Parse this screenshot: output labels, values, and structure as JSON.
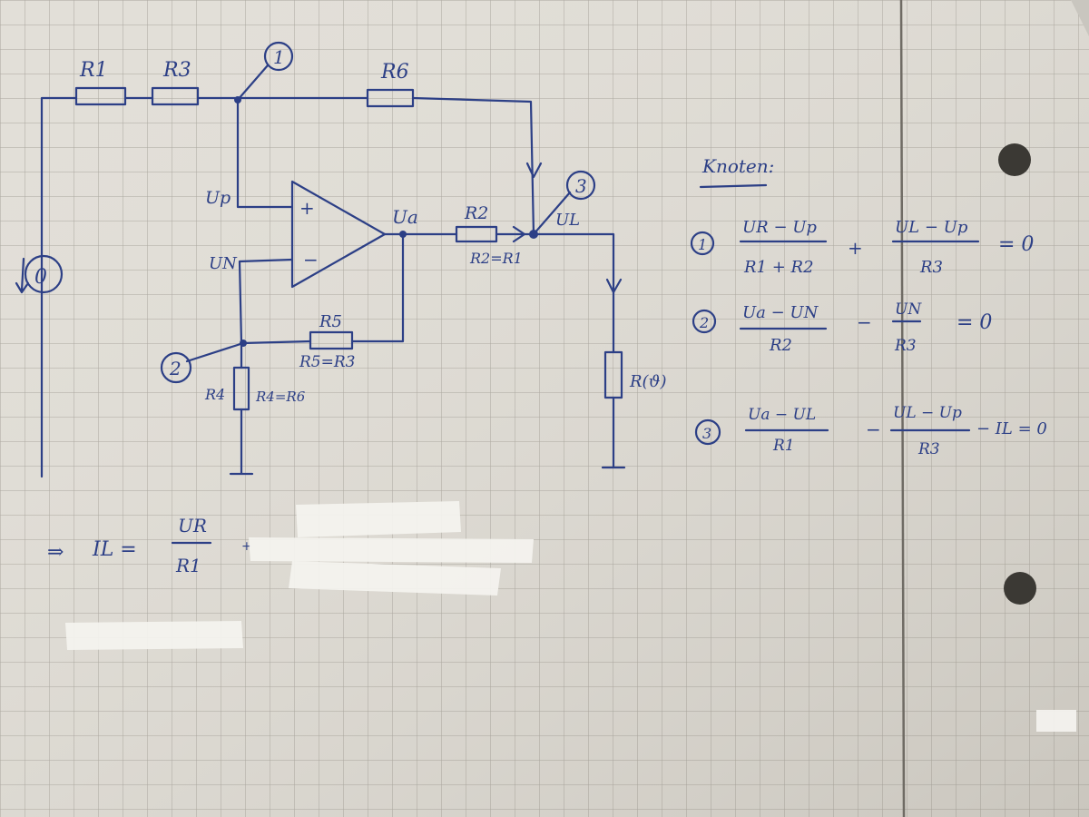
{
  "circuit": {
    "resistors": {
      "r1": "R1",
      "r3": "R3",
      "r6": "R6",
      "r2": "R2",
      "r5": "R5",
      "r4": "R4",
      "r_load": "R(ϑ)"
    },
    "notes": {
      "r2_eq": "R2=R1",
      "r5_eq": "R5=R3",
      "r4_eq": "R4=R6"
    },
    "signals": {
      "up": "Up",
      "un": "UN",
      "ua": "Ua",
      "ul": "UL"
    },
    "opamp": {
      "plus": "+",
      "minus": "−"
    },
    "nodes": {
      "n1": "1",
      "n2": "2",
      "n3": "3"
    },
    "source": "0"
  },
  "equations": {
    "heading": "Knoten:",
    "eq1": {
      "num": "1",
      "t1_num": "UR − Up",
      "t1_den": "R1 + R2",
      "op": "+",
      "t2_num": "UL − Up",
      "t2_den": "R3",
      "rhs": "= 0"
    },
    "eq2": {
      "num": "2",
      "t1_num": "Ua − UN",
      "t1_den": "R2",
      "op": "−",
      "t2_num": "UN",
      "t2_den": "R3",
      "rhs": "= 0"
    },
    "eq3": {
      "num": "3",
      "t1_num": "Ua − UL",
      "t1_den": "R1",
      "op": "−",
      "t2_num": "UL − Up",
      "t2_den": "R3",
      "rhs": "− IL = 0"
    }
  },
  "result": {
    "arrow": "⇒",
    "lhs": "IL =",
    "num": "UR",
    "den": "R1",
    "plus": "+"
  }
}
